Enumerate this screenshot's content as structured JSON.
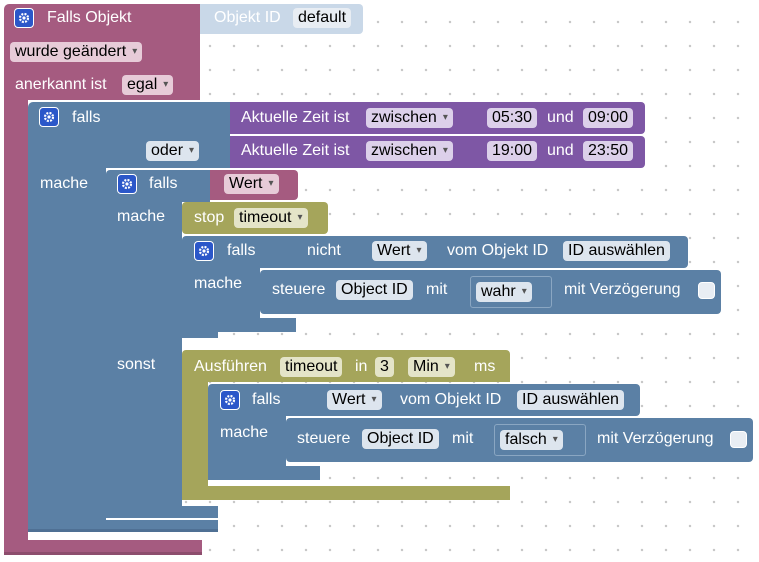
{
  "trigger": {
    "title": "Falls Objekt",
    "objekt_id_label": "Objekt ID",
    "objekt_id_value": "default",
    "change_mode": "wurde geändert",
    "ack_label": "anerkannt ist",
    "ack_value": "egal"
  },
  "if1": {
    "falls_label": "falls",
    "mache_label": "mache",
    "cond1": {
      "prefix": "Aktuelle Zeit ist",
      "op": "zwischen",
      "from": "05:30",
      "und": "und",
      "to": "09:00"
    },
    "or_op": "oder",
    "cond2": {
      "prefix": "Aktuelle Zeit ist",
      "op": "zwischen",
      "from": "19:00",
      "und": "und",
      "to": "23:50"
    }
  },
  "if2": {
    "falls_label": "falls",
    "mache_label": "mache",
    "sonst_label": "sonst",
    "cond_value": "Wert"
  },
  "stop": {
    "label": "stop",
    "value": "timeout"
  },
  "if3": {
    "falls_label": "falls",
    "nicht_label": "nicht",
    "wert_value": "Wert",
    "vom_label": "vom Objekt ID",
    "id_value": "ID auswählen",
    "mache_label": "mache",
    "steuere_label": "steuere",
    "object_id_value": "Object ID",
    "mit_label": "mit",
    "bool_value": "wahr",
    "delay_label": "mit Verzögerung"
  },
  "timeout": {
    "label": "Ausführen",
    "name_value": "timeout",
    "in_label": "in",
    "number_value": "3",
    "unit_value": "Min",
    "ms_label": "ms"
  },
  "if4": {
    "falls_label": "falls",
    "wert_value": "Wert",
    "vom_label": "vom Objekt ID",
    "id_value": "ID auswählen",
    "mache_label": "mache",
    "steuere_label": "steuere",
    "object_id_value": "Object ID",
    "mit_label": "mit",
    "bool_value": "falsch",
    "delay_label": "mit Verzögerung"
  },
  "colors": {
    "event_block": "#a55b80",
    "logic_block": "#5b80a5",
    "time_block": "#7e57a5",
    "timeout_block": "#a5a55b",
    "gear_icon": "#2b57c9"
  },
  "icons": {
    "mutator": "gear-icon",
    "dropdown": "triangle-down-icon"
  }
}
